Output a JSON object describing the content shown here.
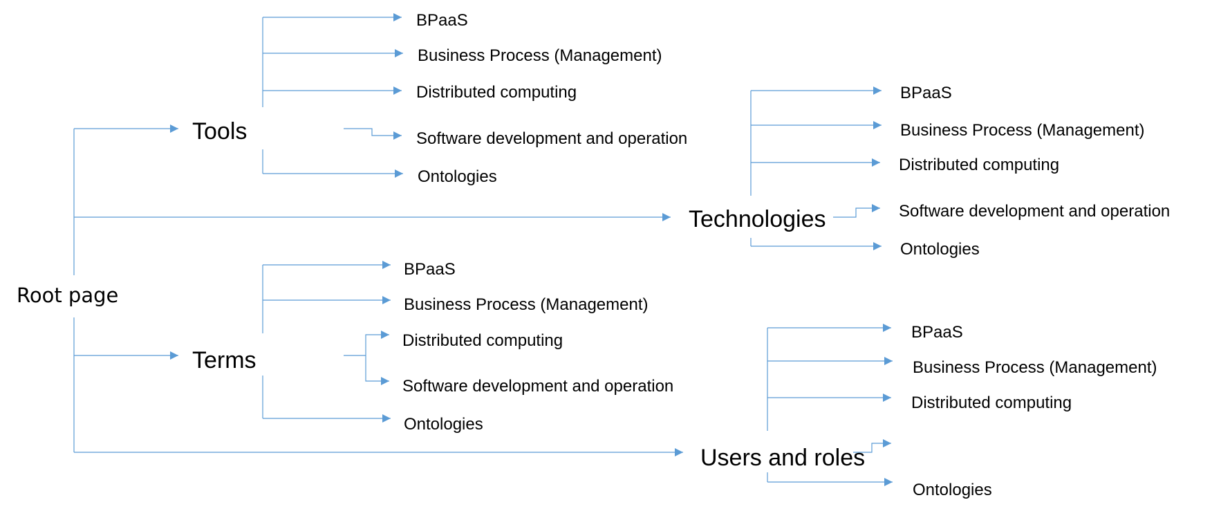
{
  "root": {
    "label": "Root page"
  },
  "categories": {
    "tools": {
      "label": "Tools",
      "leaves": [
        "BPaaS",
        "Business Process (Management)",
        "Distributed computing",
        "Software development and operation",
        "Ontologies"
      ]
    },
    "technologies": {
      "label": "Technologies",
      "leaves": [
        "BPaaS",
        "Business Process (Management)",
        "Distributed computing",
        "Software development and operation",
        "Ontologies"
      ]
    },
    "terms": {
      "label": "Terms",
      "leaves": [
        "BPaaS",
        "Business Process (Management)",
        "Distributed computing",
        "Software development and operation",
        "Ontologies"
      ]
    },
    "users_roles": {
      "label": "Users and roles",
      "leaves": [
        "BPaaS",
        "Business Process (Management)",
        "Distributed computing",
        "Ontologies"
      ]
    }
  },
  "colors": {
    "connector": "#5b9bd5",
    "text": "#000000",
    "background": "#ffffff"
  }
}
